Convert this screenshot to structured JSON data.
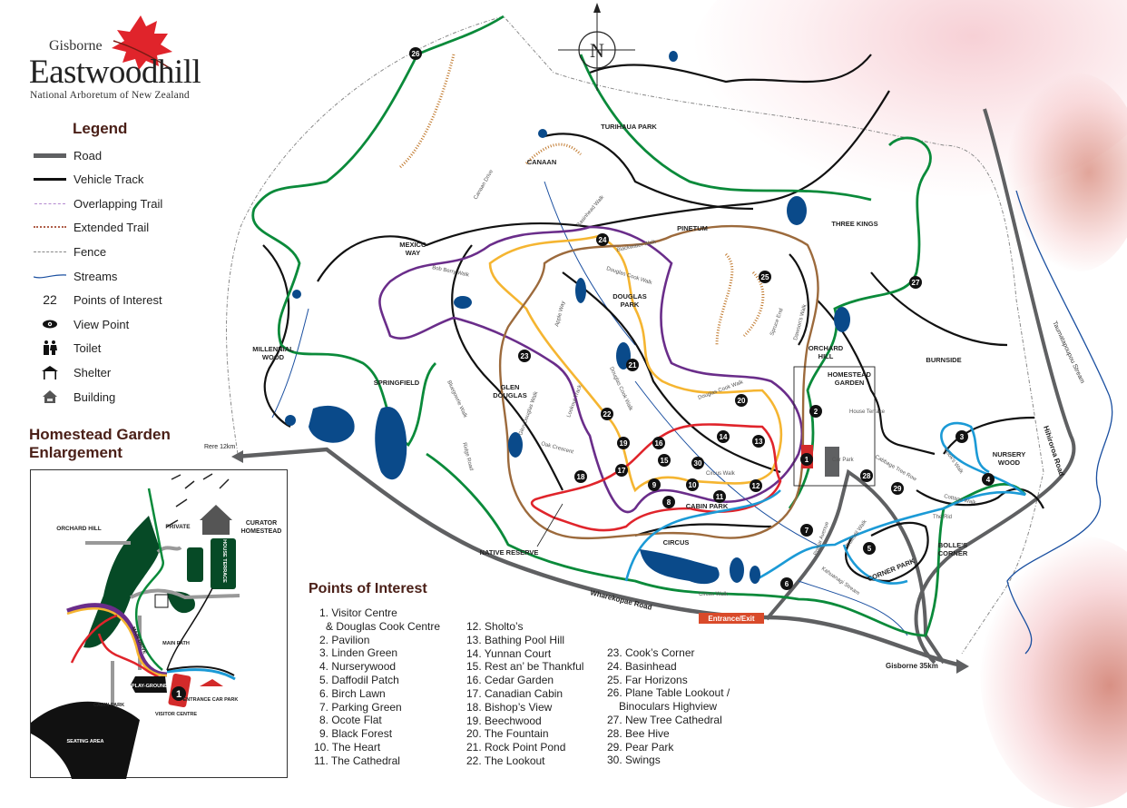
{
  "logo": {
    "line1": "Gisborne",
    "line2": "Eastwoodhill",
    "line3": "National Arboretum of New Zealand"
  },
  "legend": {
    "title": "Legend",
    "items": [
      {
        "label": "Road",
        "icon": "road-line"
      },
      {
        "label": "Vehicle Track",
        "icon": "vehicle-track-line"
      },
      {
        "label": "Overlapping Trail",
        "icon": "overlapping-trail-line"
      },
      {
        "label": "Extended Trail",
        "icon": "extended-trail-line"
      },
      {
        "label": "Fence",
        "icon": "fence-line"
      },
      {
        "label": "Streams",
        "icon": "stream-line"
      },
      {
        "label": "Points of Interest",
        "icon": "poi-number",
        "sample": "22"
      },
      {
        "label": "View Point",
        "icon": "eye-icon"
      },
      {
        "label": "Toilet",
        "icon": "toilet-icon"
      },
      {
        "label": "Shelter",
        "icon": "shelter-icon"
      },
      {
        "label": "Building",
        "icon": "building-icon"
      }
    ]
  },
  "inset": {
    "title_line1": "Homestead Garden",
    "title_line2": "Enlargement",
    "labels": {
      "orchard_hill": "ORCHARD HILL",
      "private": "PRIVATE",
      "curator_homestead": "CURATOR HOMESTEAD",
      "house_terrace": "HOUSE TERRACE",
      "main_drive": "MAIN DRIVE",
      "main_path": "MAIN PATH",
      "play_ground": "PLAY-GROUND",
      "entrance_car_park": "ENTRANCE CAR PARK",
      "visitor_centre": "VISITOR CENTRE",
      "cabin_park": "CABIN PARK",
      "seating_area": "SEATING AREA",
      "poi": "1"
    }
  },
  "poi_list": {
    "title": "Points of Interest",
    "col1": [
      "1. Visitor Centre",
      "& Douglas Cook Centre",
      "2. Pavilion",
      "3. Linden Green",
      "4. Nurserywood",
      "5. Daffodil Patch",
      "6. Birch Lawn",
      "7. Parking Green",
      "8. Ocote Flat",
      "9. Black Forest",
      "10. The Heart",
      "11. The Cathedral"
    ],
    "col2": [
      "12. Sholto’s",
      "13. Bathing Pool Hill",
      "14. Yunnan Court",
      "15. Rest an’ be Thankful",
      "16. Cedar Garden",
      "17. Canadian Cabin",
      "18. Bishop’s View",
      "19. Beechwood",
      "20. The Fountain",
      "21. Rock Point Pond",
      "22. The Lookout"
    ],
    "col3": [
      "23. Cook’s Corner",
      "24. Basinhead",
      "25. Far Horizons",
      "26. Plane Table Lookout /",
      "Binoculars Highview",
      "27. New Tree Cathedral",
      "28. Bee Hive",
      "29. Pear Park",
      "30. Swings"
    ]
  },
  "map": {
    "north": "N",
    "areas": {
      "turihaua": "TURIHAUA PARK",
      "canaan": "CANAAN",
      "pinetum": "PINETUM",
      "three_kings": "THREE KINGS",
      "mexico1": "MEXICO",
      "mexico2": "WAY",
      "douglas1": "DOUGLAS",
      "douglas2": "PARK",
      "orchard1": "ORCHARD",
      "orchard2": "HILL",
      "homestead1": "HOMESTEAD",
      "homestead2": "GARDEN",
      "burnside": "BURNSIDE",
      "millennial1": "MILLENNIAL",
      "millennial2": "WOOD",
      "springfield": "SPRINGFIELD",
      "glen1": "GLEN",
      "glen2": "DOUGLAS",
      "nursery1": "NURSERY",
      "nursery2": "WOOD",
      "bolles1": "BOLLE'S",
      "bolles2": "CORNER",
      "corner_park": "CORNER PARK",
      "cabin_park": "CABIN PARK",
      "circus": "CIRCUS",
      "native_reserve": "NATIVE RESERVE"
    },
    "walks": {
      "canaan_drive": "Canaan Drive",
      "bob_berry": "Bob Berry Walk",
      "basinhead": "Basinhead Walk",
      "blackwater": "Blackwater Walk",
      "douglas_cook": "Douglas Cook Walk",
      "apple_way": "Apple Way",
      "lookout_track": "Lookout Track",
      "glen_douglas": "Glen Douglas Walk",
      "oak_crescent": "Oak Crescent",
      "bluegowrie": "Bluegowrie Walk",
      "ridge_road": "Ridge Road",
      "circus_walk": "Circus Walk",
      "spruce_end": "Spruce End",
      "dawsons": "Dawson's Walk",
      "cooks_walk": "Cook's Walk",
      "cottage_walk": "Cottage Walk",
      "cabbage_tree": "Cabbage Tree Row",
      "the_rid": "The Rid",
      "daffodil_walk": "Daffodil Walk",
      "poplar_avenue": "Poplar Avenue",
      "kahuanagi": "Kahuanagi Stream",
      "car_park": "Car Park",
      "house_terrace": "House Terrace"
    },
    "roads": {
      "wharekopae": "Wharekopae Road",
      "hihiroroa": "Hihiroroa Road",
      "stream": "Taumatapoupou Stream",
      "rere": "Rere 12km",
      "gisborne": "Gisborne 35km",
      "entrance": "Entrance/Exit"
    },
    "markers": [
      "1",
      "2",
      "3",
      "4",
      "5",
      "6",
      "7",
      "8",
      "9",
      "10",
      "11",
      "12",
      "13",
      "14",
      "15",
      "16",
      "17",
      "18",
      "19",
      "20",
      "21",
      "22",
      "23",
      "24",
      "25",
      "26",
      "27",
      "28",
      "29",
      "30"
    ]
  },
  "colors": {
    "road": "#5f6062",
    "track": "#111111",
    "green_trail": "#0a8a3a",
    "purple_trail": "#6a2d8a",
    "yellow_trail": "#f5b531",
    "brown_trail": "#9c6a3c",
    "red_trail": "#e0242b",
    "blue_trail": "#1b9ad6",
    "pond": "#0a4a8a",
    "stream": "#1a4fa0",
    "entrance": "#d94a2a",
    "title": "#4a1f17"
  }
}
